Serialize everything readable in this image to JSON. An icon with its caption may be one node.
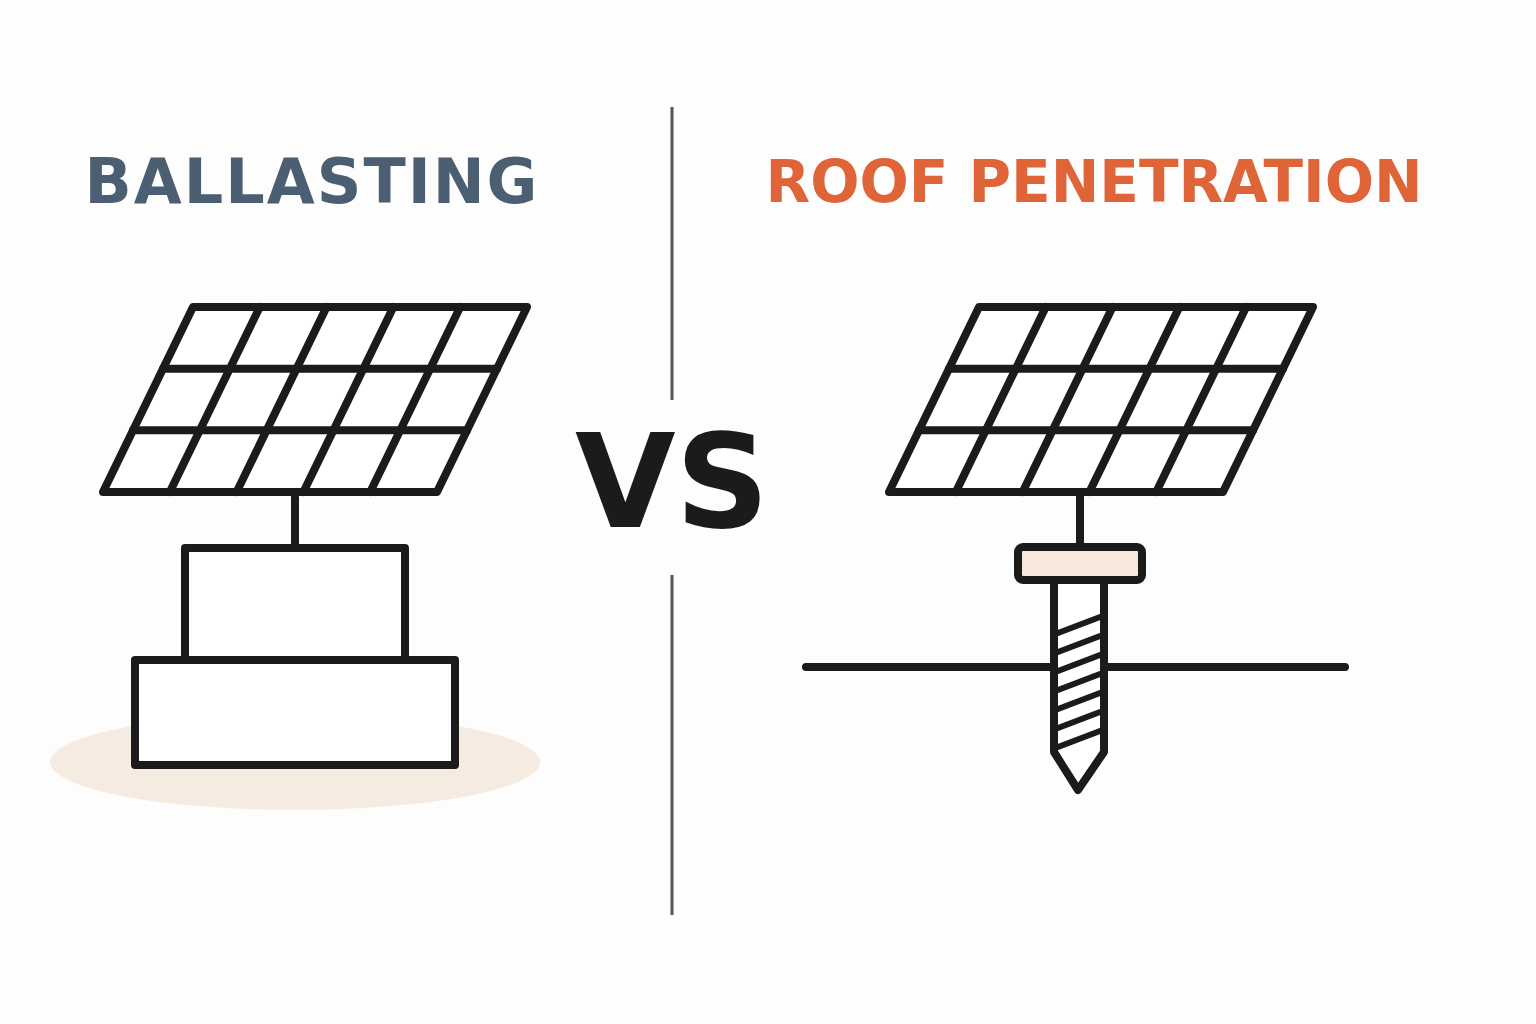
{
  "diagram": {
    "labels": [
      "BALLASTING",
      "VS",
      "ROOF PENETRATION"
    ]
  }
}
